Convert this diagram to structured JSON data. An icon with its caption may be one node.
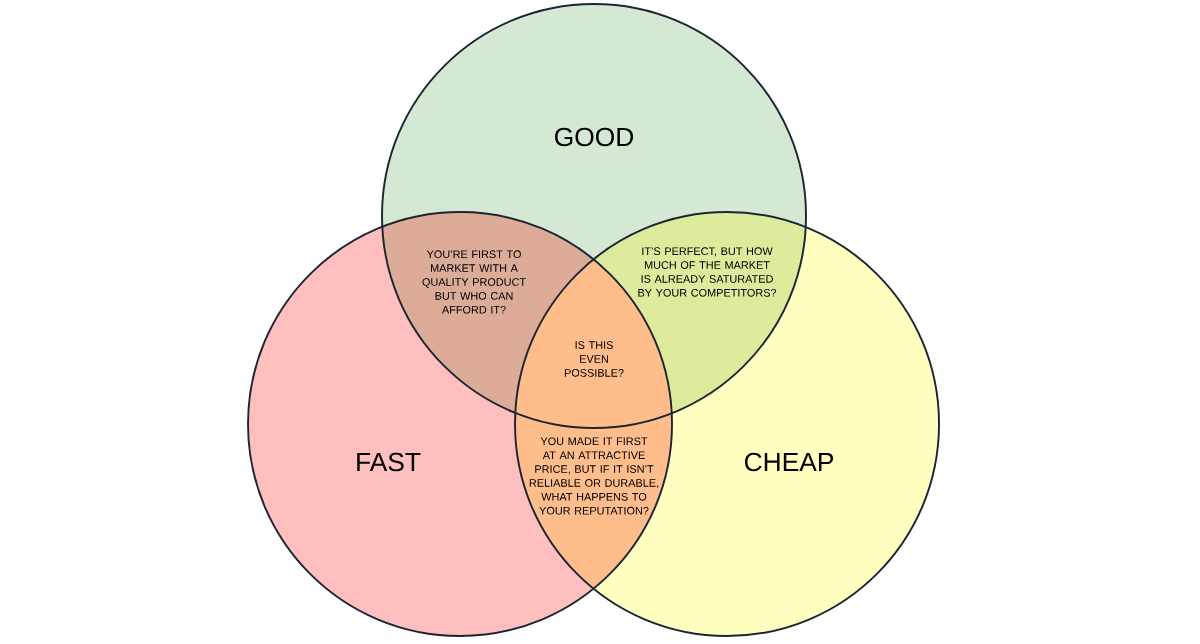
{
  "diagram": {
    "nodes": [
      {
        "text": [
          "GOOD"
        ]
      },
      {
        "text": [
          "FAST"
        ]
      },
      {
        "text": [
          "CHEAP"
        ]
      }
    ],
    "labels": [
      "YOU’RE FIRST TO MARKET WITH A QUALITY PRODUCT BUT WHO CAN AFFORD IT?",
      "IT’S PERFECT, BUT HOW MUCH OF THE MARKET IS ALREADY SATURATED BY YOUR COMPETITORS?",
      "IS THIS EVEN POSSIBLE?",
      "YOU MADE IT FIRST AT AN ATTRACTIVE PRICE, BUT IF IT ISN’T RELIABLE OR DURABLE, WHAT HAPPENS TO YOUR REPUTATION?"
    ]
  }
}
